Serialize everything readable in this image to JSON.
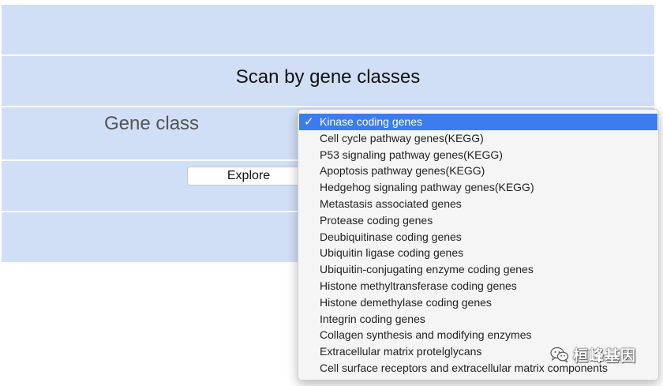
{
  "page": {
    "title": "Scan by gene classes",
    "gene_class_label": "Gene class",
    "explore_label": "Explore"
  },
  "gene_class_select": {
    "selected_index": 0,
    "options": [
      "Kinase coding genes",
      "Cell cycle pathway genes(KEGG)",
      "P53 signaling pathway genes(KEGG)",
      "Apoptosis pathway genes(KEGG)",
      "Hedgehog signaling pathway genes(KEGG)",
      "Metastasis associated genes",
      "Protease coding genes",
      "Deubiquitinase coding genes",
      "Ubiquitin ligase coding genes",
      "Ubiquitin-conjugating enzyme coding genes",
      "Histone methyltransferase coding genes",
      "Histone demethylase coding genes",
      "Integrin coding genes",
      "Collagen synthesis and modifying enzymes",
      "Extracellular matrix protelglycans",
      "Cell surface receptors and extracellular matrix components"
    ],
    "check_glyph": "✓"
  },
  "watermark": {
    "icon": "wechat-icon",
    "text": "桓峰基因"
  },
  "colors": {
    "row_background": "#d0dff6",
    "selected_option": "#3b7ded"
  }
}
